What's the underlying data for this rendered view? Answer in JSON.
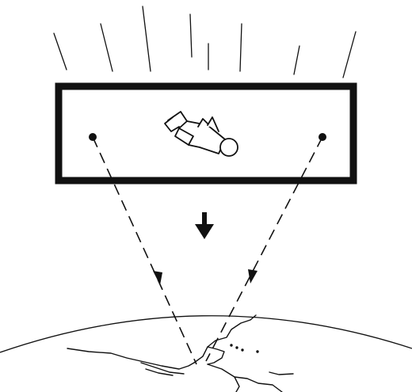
{
  "diagram": {
    "ink_color": "#111111",
    "background_color": "#ffffff",
    "elements": [
      "incoming-rays",
      "elevator-box",
      "floating-person-figure",
      "left-anchor-point",
      "right-anchor-point",
      "downward-arrow",
      "left-dashed-line",
      "right-dashed-line",
      "earth-horizon-curve",
      "coastline-map"
    ],
    "icons": {
      "figure": "floating-person-icon",
      "arrow": "down-arrow-icon"
    }
  }
}
